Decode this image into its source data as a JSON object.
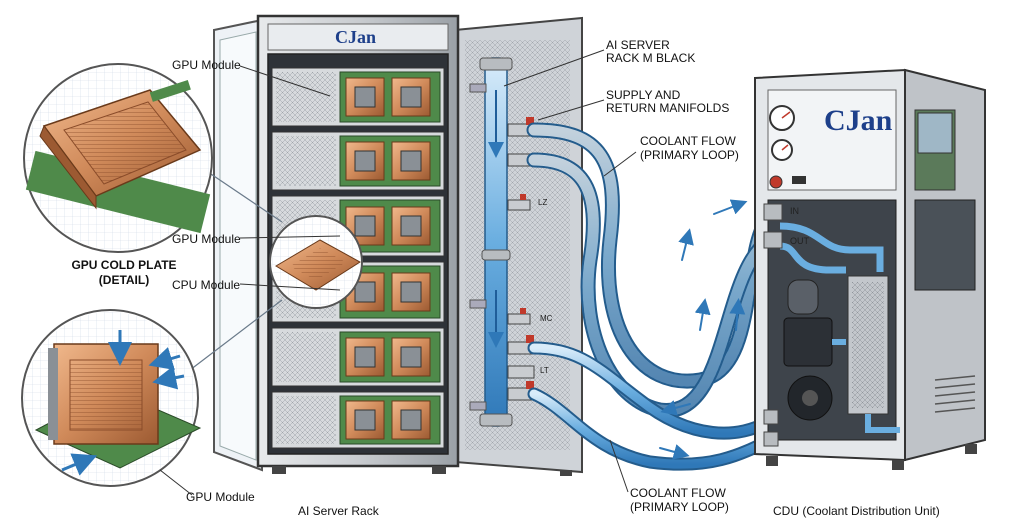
{
  "labels": {
    "gpu_module_top": "GPU Module",
    "gpu_module_mid": "GPU Module",
    "cpu_module": "CPU Module",
    "gpu_module_bottom": "GPU Module",
    "cold_plate_line1": "GPU COLD PLATE",
    "cold_plate_line2": "(DETAIL)",
    "ai_server_line1": "AI SERVER",
    "ai_server_line2": "RACK M BLACK",
    "manifold_line1": "SUPPLY AND",
    "manifold_line2": "RETURN MANIFOLDS",
    "coolant_top_line1": "COOLANT FLOW",
    "coolant_top_line2": "(PRIMARY LOOP)",
    "coolant_bottom_line1": "COOLANT FLOW",
    "coolant_bottom_line2": "(PRIMARY LOOP)",
    "rack_caption": "AI Server Rack",
    "cdu_caption": "CDU (Coolant Distribution Unit)"
  },
  "branding": {
    "rack_logo": "CJan",
    "cdu_logo": "CJan"
  },
  "ports": {
    "in": "IN",
    "out": "OUT",
    "m1": "LZ",
    "m2": "MC",
    "m3": "LT"
  },
  "colors": {
    "coolant": "#6aaee0",
    "coolant_dark": "#2f78b8",
    "copper": "#d08a5a",
    "rack_frame": "#c9ccd0",
    "rack_dark": "#3d4148",
    "pcb": "#4f8a4a",
    "valve_red": "#c0392b",
    "brand_blue": "#1d3f8a"
  }
}
